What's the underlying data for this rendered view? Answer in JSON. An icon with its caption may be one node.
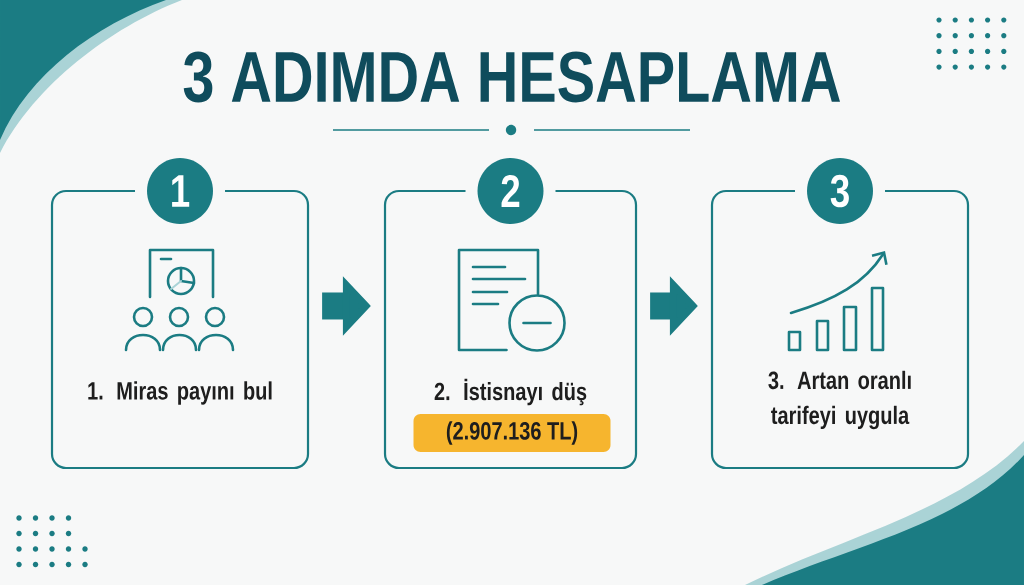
{
  "diagram": {
    "title": "3 ADIMDA HESAPLAMA",
    "nodes": [
      {
        "text": [
          "1",
          "1. Miras payını bul"
        ]
      },
      {
        "text": [
          "2",
          "2. İstisnayı düş"
        ]
      },
      {
        "text": [
          "(2.907.136 TL)"
        ],
        "in": 1
      },
      {
        "text": [
          "3",
          "3. Artan oranlı tarifeyi uygula"
        ]
      }
    ],
    "edges": [
      {
        "from": 0,
        "to": 1,
        "arrow": "to"
      },
      {
        "from": 1,
        "to": 3,
        "arrow": "to"
      }
    ]
  }
}
